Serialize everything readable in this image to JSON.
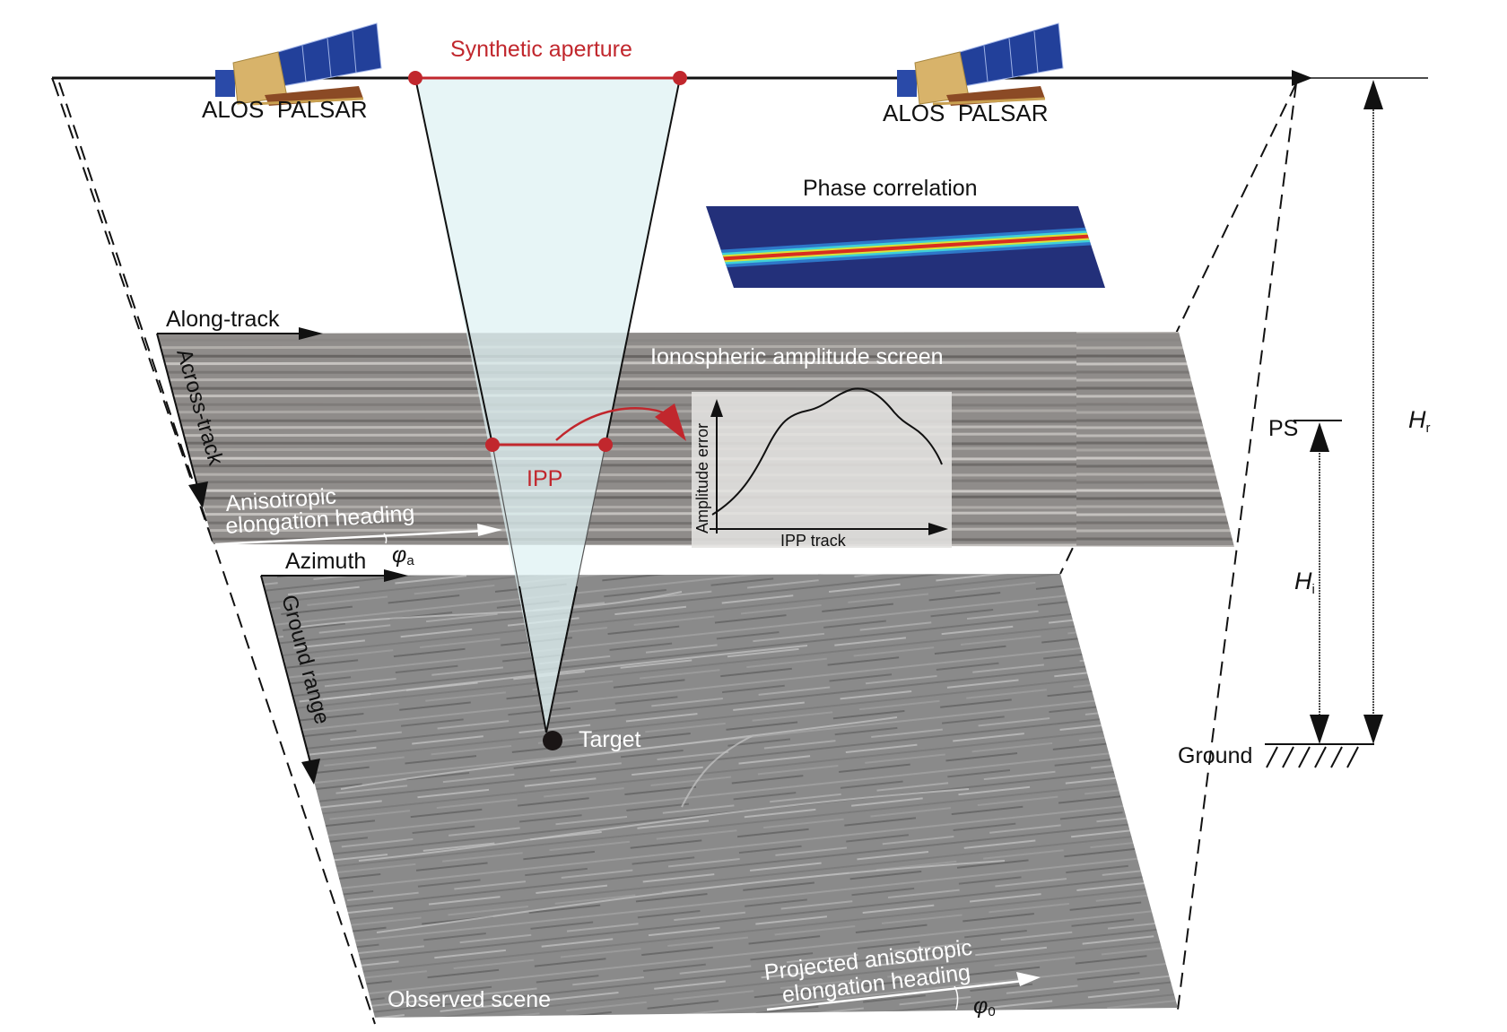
{
  "labels": {
    "synthetic_aperture": "Synthetic aperture",
    "satellite_left": "ALOS  PALSAR",
    "satellite_right": "ALOS  PALSAR",
    "phase_correlation": "Phase correlation",
    "along_track": "Along-track",
    "across_track": "Across-track",
    "ionospheric_screen": "Ionospheric amplitude screen",
    "ipp": "IPP",
    "amplitude_error": "Amplitude error",
    "ipp_track": "IPP track",
    "anisotropic_line1": "Anisotropic",
    "anisotropic_line2": "elongation heading",
    "phi_a": "φ",
    "phi_a_sub": "a",
    "azimuth": "Azimuth",
    "ground_range": "Ground range",
    "target": "Target",
    "observed_scene": "Observed scene",
    "projected_line1": "Projected anisotropic",
    "projected_line2": "elongation heading",
    "phi_0": "φ",
    "phi_0_sub": "0",
    "ps": "PS",
    "ground": "Ground",
    "h_r": "H",
    "h_r_sub": "r",
    "h_i": "H",
    "h_i_sub": "i"
  },
  "colors": {
    "accent_red": "#c1272d",
    "beam_fill": "#dff2f3",
    "ink": "#1a1515"
  }
}
